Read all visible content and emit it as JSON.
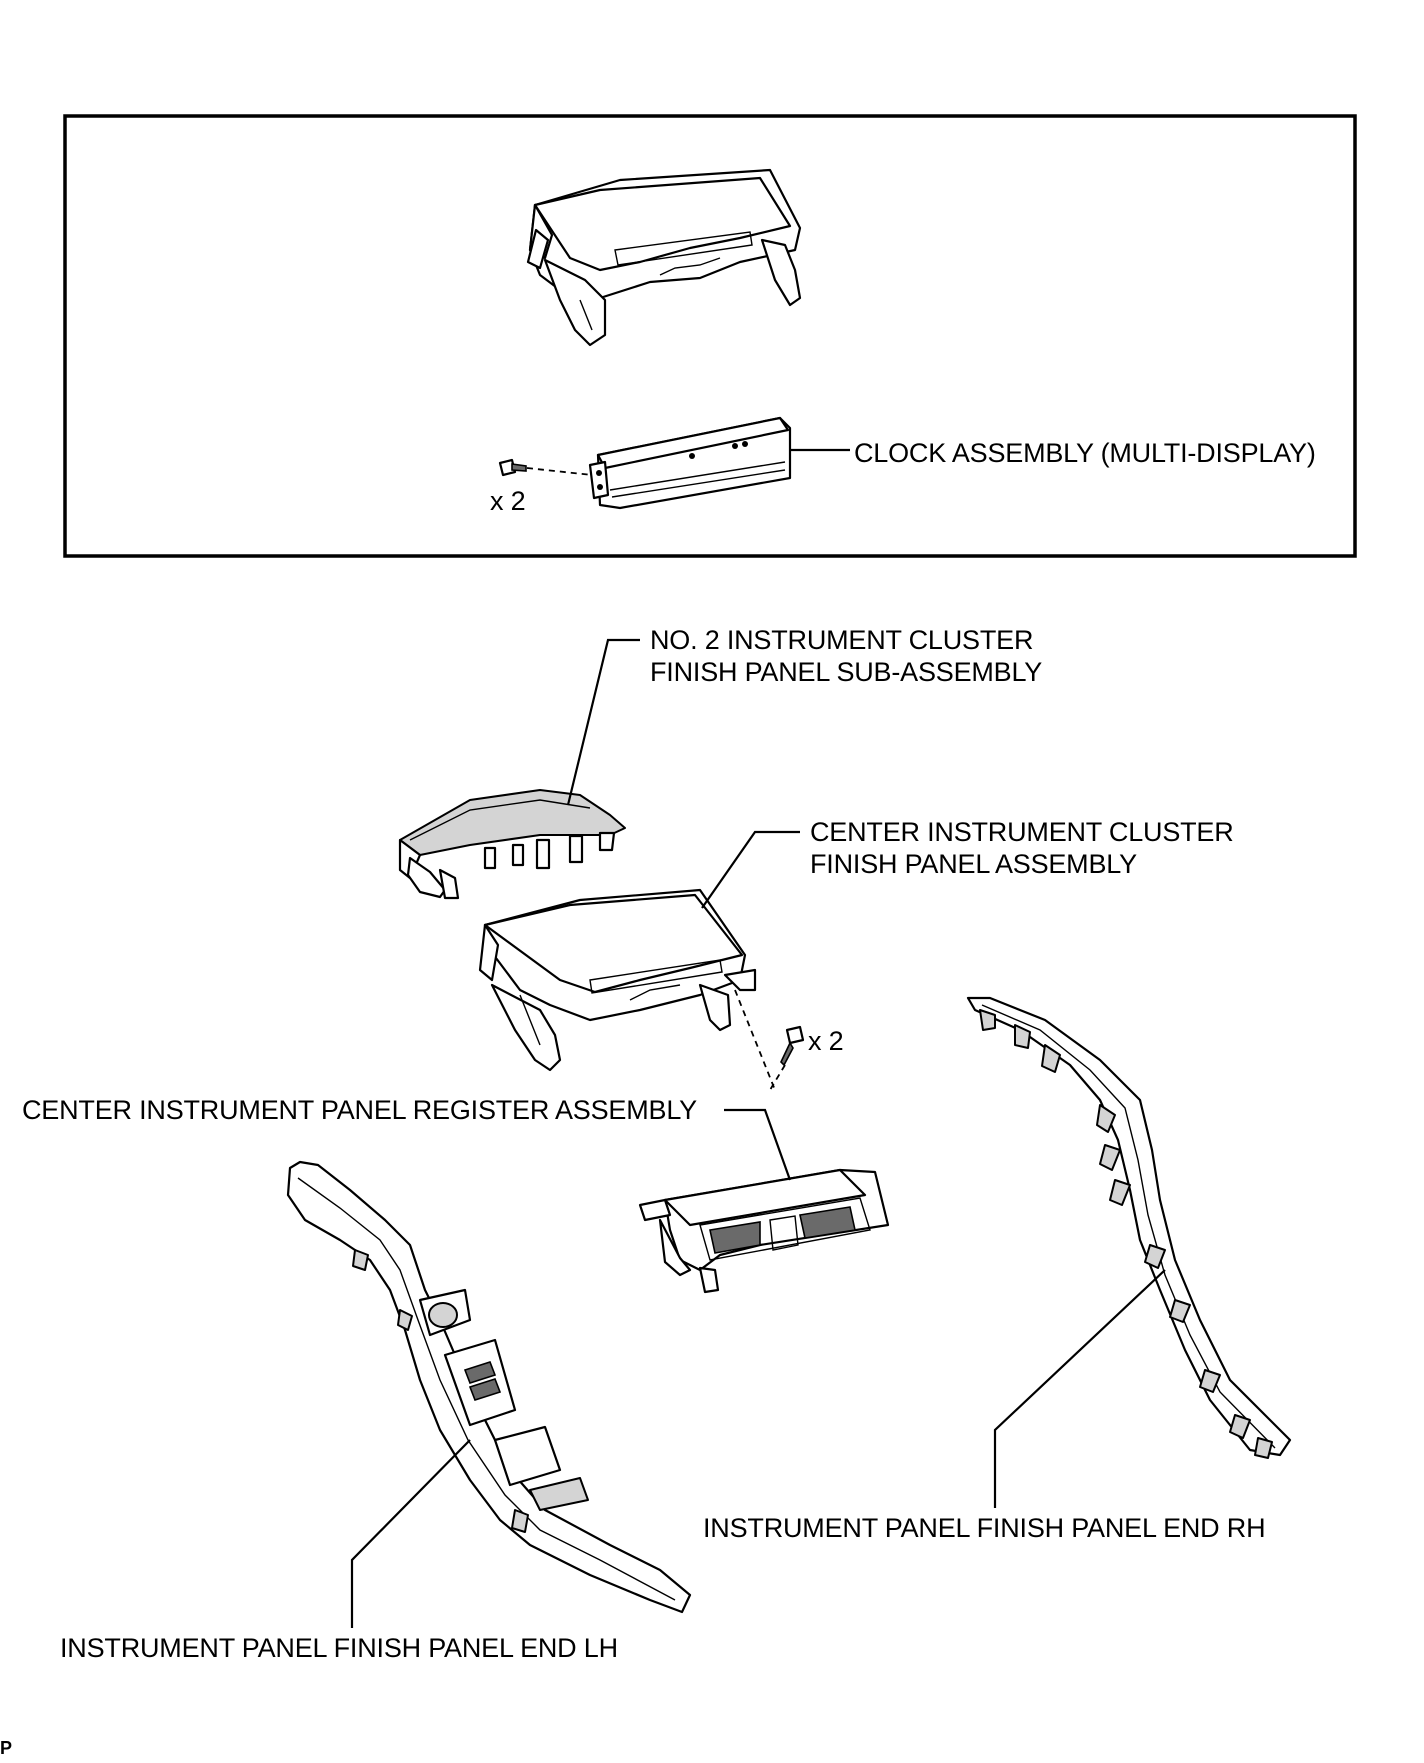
{
  "labels": {
    "clock_assembly": "CLOCK ASSEMBLY (MULTI-DISPLAY)",
    "clock_qty": "x 2",
    "no2_cluster_line1": "NO. 2 INSTRUMENT CLUSTER",
    "no2_cluster_line2": "FINISH PANEL SUB-ASSEMBLY",
    "center_cluster_line1": "CENTER INSTRUMENT CLUSTER",
    "center_cluster_line2": "FINISH PANEL ASSEMBLY",
    "center_qty": "x 2",
    "register": "CENTER INSTRUMENT PANEL REGISTER ASSEMBLY",
    "end_rh": "INSTRUMENT PANEL FINISH PANEL END RH",
    "end_lh": "INSTRUMENT PANEL FINISH PANEL END LH"
  },
  "corner_mark": "P"
}
